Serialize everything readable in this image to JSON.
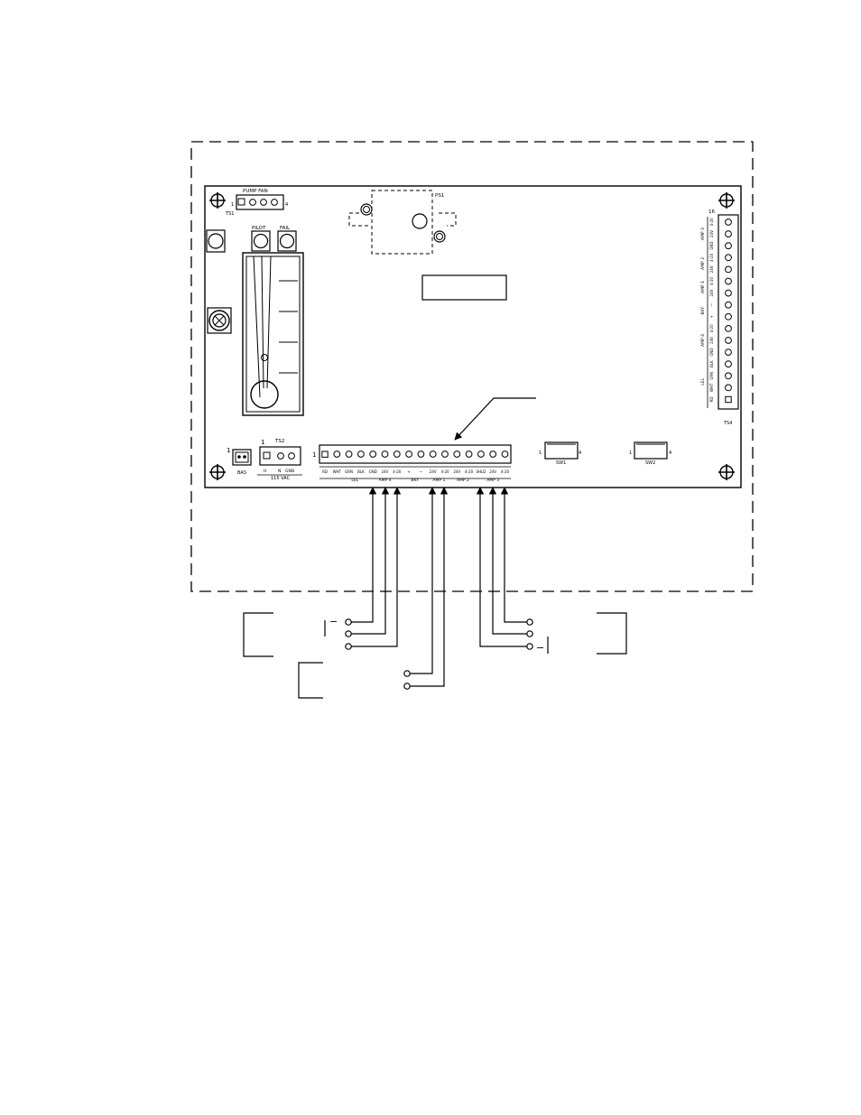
{
  "pcb": {
    "ts1": {
      "label": "TS1",
      "group_label": "PUMP  FAN",
      "pin_first": "1",
      "pin_last": "4"
    },
    "ps1_label": "PS1",
    "pilot_label": "PILOT",
    "fail_label": "FAIL",
    "ts2": {
      "label": "TS2",
      "pin_first": "1",
      "terminal_labels": [
        "H",
        "N",
        "GND"
      ],
      "group_label": "115 VAC"
    },
    "ts3": {
      "pin_first": "1",
      "terminal_labels": [
        "RD",
        "WHT",
        "GRN",
        "BLK",
        "GND",
        "24V",
        "4-20",
        "+",
        "—",
        "24V",
        "4-20",
        "24V",
        "4-20",
        "SHLD",
        "24V",
        "4-20"
      ],
      "group_labels": [
        "LEL",
        "AMP 4",
        "BKY",
        "AMP 1",
        "AMP 2",
        "AMP 3"
      ]
    },
    "sw1": {
      "label": "SW1",
      "pin_first": "1",
      "pin_last": "4"
    },
    "sw2": {
      "label": "SW2",
      "pin_first": "1",
      "pin_last": "4"
    },
    "ts4": {
      "label": "TS4",
      "pin_top": "16",
      "terminal_labels": [
        "RD",
        "WHT",
        "GRN",
        "BLK",
        "GND",
        "24V",
        "4-20",
        "+",
        "—",
        "24V",
        "4-20",
        "24V",
        "4-20",
        "GND",
        "24V",
        "4-20"
      ],
      "group_labels": [
        "LEL",
        "AMP 4",
        "BKY",
        "AMP 1",
        "AMP 2",
        "AMP 3"
      ]
    },
    "bas_label": "BAS",
    "bas_pin": "1"
  },
  "external": {
    "left_sign": "−",
    "right_sign": "−"
  }
}
